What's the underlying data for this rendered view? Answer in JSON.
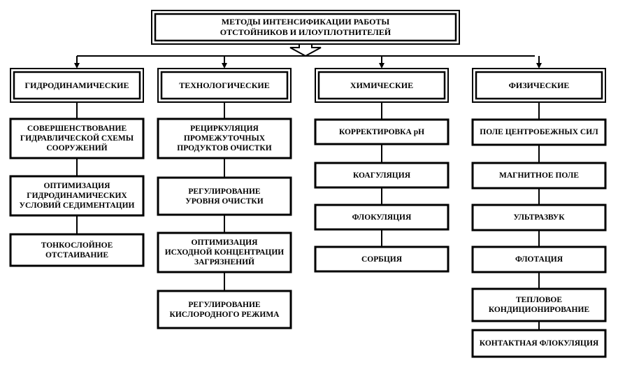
{
  "root": {
    "label": "МЕТОДЫ ИНТЕНСИФИКАЦИИ РАБОТЫ\nОТСТОЙНИКОВ И ИЛОУПЛОТНИТЕЛЕЙ"
  },
  "categories": [
    {
      "label": "ГИДРОДИНАМИЧЕСКИЕ",
      "items": [
        "СОВЕРШЕНСТВОВАНИЕ\nГИДРАВЛИЧЕСКОЙ СХЕМЫ\nСООРУЖЕНИЙ",
        "ОПТИМИЗАЦИЯ\nГИДРОДИНАМИЧЕСКИХ\nУСЛОВИЙ СЕДИМЕНТАЦИИ",
        "ТОНКОСЛОЙНОЕ\nОТСТАИВАНИЕ"
      ]
    },
    {
      "label": "ТЕХНОЛОГИЧЕСКИЕ",
      "items": [
        "РЕЦИРКУЛЯЦИЯ\nПРОМЕЖУТОЧНЫХ\nПРОДУКТОВ ОЧИСТКИ",
        "РЕГУЛИРОВАНИЕ\nУРОВНЯ ОЧИСТКИ",
        "ОПТИМИЗАЦИЯ\nИСХОДНОЙ КОНЦЕНТРАЦИИ\nЗАГРЯЗНЕНИЙ",
        "РЕГУЛИРОВАНИЕ\nКИСЛОРОДНОГО РЕЖИМА"
      ]
    },
    {
      "label": "ХИМИЧЕСКИЕ",
      "items": [
        "КОРРЕКТИРОВКА pH",
        "КОАГУЛЯЦИЯ",
        "ФЛОКУЛЯЦИЯ",
        "СОРБЦИЯ"
      ]
    },
    {
      "label": "ФИЗИЧЕСКИЕ",
      "items": [
        "ПОЛЕ ЦЕНТРОБЕЖНЫХ СИЛ",
        "МАГНИТНОЕ ПОЛЕ",
        "УЛЬТРАЗВУК",
        "ФЛОТАЦИЯ",
        "ТЕПЛОВОЕ\nКОНДИЦИОНИРОВАНИЕ",
        "КОНТАКТНАЯ ФЛОКУЛЯЦИЯ"
      ]
    }
  ]
}
